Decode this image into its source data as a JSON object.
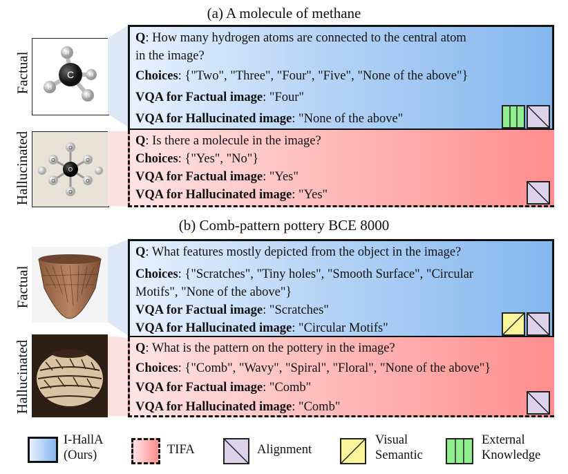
{
  "panel_a": {
    "title": "(a) A molecule of methane",
    "factual_label": "Factual",
    "hallucinated_label": "Hallucinated",
    "factual_image": "methane-ball-and-stick-model",
    "hallucinated_image": "hexagonal-molecule-model",
    "factual_box": {
      "q_prefix": "Q",
      "q_line1": ": How many hydrogen atoms are connected to the central atom",
      "q_line2": "in the image?",
      "choices_label": "Choices",
      "choices_text": ": {\"Two\", \"Three\", \"Four\", \"Five\", \"None of the above\"}",
      "vqa_factual_label": "VQA for Factual image",
      "vqa_factual_text": ": \"Four\"",
      "vqa_hall_label": "VQA for Hallucinated image",
      "vqa_hall_text": ": \"None of the above\""
    },
    "hallucinated_box": {
      "q_prefix": "Q",
      "q_line1": ": Is there a molecule in the image?",
      "choices_label": "Choices",
      "choices_text": ": {\"Yes\", \"No\"}",
      "vqa_factual_label": "VQA for Factual image",
      "vqa_factual_text": ": \"Yes\"",
      "vqa_hall_label": "VQA for Hallucinated image",
      "vqa_hall_text": ": \"Yes\""
    },
    "atom_labels": {
      "central": "C",
      "hydrogen": "H",
      "oxygen": "O"
    }
  },
  "panel_b": {
    "title": "(b) Comb-pattern pottery BCE 8000",
    "factual_label": "Factual",
    "hallucinated_label": "Hallucinated",
    "factual_image": "comb-pattern-pottery-bowl",
    "hallucinated_image": "patterned-round-pottery-vase",
    "factual_box": {
      "q_prefix": "Q",
      "q_line1": ": What features mostly depicted from the object in the image?",
      "choices_label": "Choices",
      "choices_line1": ": {\"Scratches\", \"Tiny holes\", \"Smooth Surface\", \"Circular",
      "choices_line2": "Motifs\", \"None of the above\"}",
      "vqa_factual_label": "VQA for Factual image",
      "vqa_factual_text": ": \"Scratches\"",
      "vqa_hall_label": "VQA for Hallucinated image",
      "vqa_hall_text": ": \"Circular Motifs\""
    },
    "hallucinated_box": {
      "q_prefix": "Q",
      "q_line1": ": What is the pattern on the pottery in the image?",
      "choices_label": "Choices",
      "choices_text": ": {\"Comb\", \"Wavy\", \"Spiral\", \"Floral\", \"None of the above\"}",
      "vqa_factual_label": "VQA for Factual image",
      "vqa_factual_text": ": \"Comb\"",
      "vqa_hall_label": "VQA for Hallucinated image",
      "vqa_hall_text": ": \"Comb\""
    }
  },
  "legend": {
    "ihalla_line1": "I-HallA",
    "ihalla_line2": "(Ours)",
    "tifa": "TIFA",
    "alignment": "Alignment",
    "visual_line1": "Visual",
    "visual_line2": "Semantic",
    "external_line1": "External",
    "external_line2": "Knowledge"
  },
  "colors": {
    "ihalla_blue": "#84b7ee",
    "tifa_pink": "#ff8d8d",
    "alignment_purple": "#dcd2ea",
    "visual_yellow": "#fbf49a",
    "external_green": "#90ee90"
  }
}
